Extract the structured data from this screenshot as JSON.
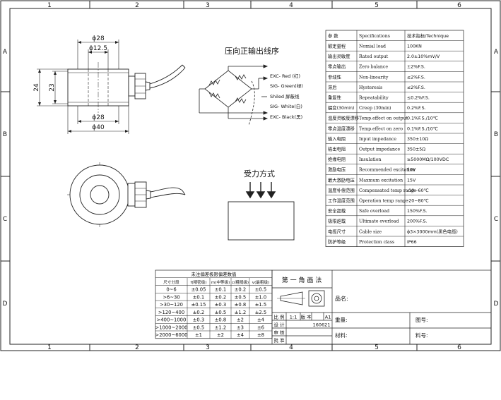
{
  "frame": {
    "columns": [
      "1",
      "2",
      "3",
      "4",
      "5",
      "6"
    ],
    "rows": [
      "A",
      "B",
      "C",
      "D"
    ]
  },
  "dimensions": {
    "top_dia": "ϕ28",
    "inner_dia": "ϕ12.5",
    "bottom_dia_small": "ϕ28",
    "bottom_dia_large": "ϕ40",
    "height_outer": "24",
    "height_inner": "23"
  },
  "wiring": {
    "title": "压向正输出线序",
    "labels": [
      "EXC- Red (红)",
      "SIG- Green(绿)",
      "Shiled 屏蔽线",
      "SIG- White(白)",
      "EXC- Black(黑)"
    ]
  },
  "load": {
    "title": "受力方式"
  },
  "specs": {
    "header": [
      "参 数",
      "Specifications",
      "技术指标/Technique"
    ],
    "rows": [
      [
        "额定量程",
        "Nomial load",
        "100KN"
      ],
      [
        "输出灵敏度",
        "Rated output",
        "2.0±10%mV/V"
      ],
      [
        "零点输出",
        "Zero balance",
        "±2%F.S."
      ],
      [
        "非线性",
        "Non-linearity",
        "≤2%F.S."
      ],
      [
        "滞后",
        "Hysteresis",
        "≤2%F.S."
      ],
      [
        "重复性",
        "Repeatability",
        "≤0.2%F.S."
      ],
      [
        "蠕变(30min)",
        "Creep (30min)",
        "0.2%F.S."
      ],
      [
        "温度灵敏度漂移",
        "Temp.effect on output",
        "0.1%F.S./10℃"
      ],
      [
        "零点温度漂移",
        "Temp.effect on zero",
        "0.1%F.S./10℃"
      ],
      [
        "输入电阻",
        "Input impedance",
        "350±10Ω"
      ],
      [
        "输出电阻",
        "Output impedance",
        "350±5Ω"
      ],
      [
        "绝缘电阻",
        "Insulation",
        "≥5000MΩ/100VDC"
      ],
      [
        "激励电压",
        "Recommended excitation",
        "10V"
      ],
      [
        "最大激励电压",
        "Maxmum excitation",
        "15V"
      ],
      [
        "温度补偿范围",
        "Compensated temp range",
        "-10~60℃"
      ],
      [
        "工作温度范围",
        "Operation temp range",
        "-20~80℃"
      ],
      [
        "安全超载",
        "Safe overload",
        "150%F.S."
      ],
      [
        "极限超载",
        "Ultimate overload",
        "200%F.S."
      ],
      [
        "电缆尺寸",
        "Cable size",
        "ϕ3×3000mm(黑色电缆)"
      ],
      [
        "防护等级",
        "Protection class",
        "IP66"
      ]
    ]
  },
  "tolerance": {
    "title": "未注偏差极限偏差数值",
    "header": [
      "尺寸分段",
      "f(精密级)",
      "m(中等级)",
      "c(粗糙级)",
      "v(最粗级)"
    ],
    "rows": [
      [
        "0~6",
        "±0.05",
        "±0.1",
        "±0.2",
        "±0.5"
      ],
      [
        ">6~30",
        "±0.1",
        "±0.2",
        "±0.5",
        "±1.0"
      ],
      [
        ">30~120",
        "±0.15",
        "±0.3",
        "±0.8",
        "±1.5"
      ],
      [
        ">120~400",
        "±0.2",
        "±0.5",
        "±1.2",
        "±2.5"
      ],
      [
        ">400~1000",
        "±0.3",
        "±0.8",
        "±2",
        "±4"
      ],
      [
        ">1000~2000",
        "±0.5",
        "±1.2",
        "±3",
        "±6"
      ],
      [
        ">2000~6000",
        "±1",
        "±2",
        "±4",
        "±8"
      ]
    ]
  },
  "title_block": {
    "projection": "第 一 角 画 法",
    "name_label": "品名:",
    "ratio_label": "比 例",
    "ratio_value": "1:1",
    "version_label": "版 本",
    "version_value": "A1",
    "design_label": "设 计",
    "date_value": "160621",
    "review_label": "审 核",
    "approve_label": "批 准",
    "weight_label": "重量:",
    "material_label": "材料:",
    "drawing_no_label": "图号:",
    "part_no_label": "料号:"
  }
}
